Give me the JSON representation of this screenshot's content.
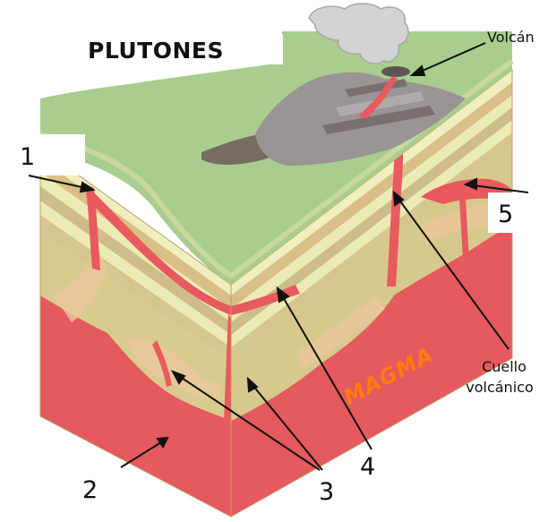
{
  "title": "PLUTONES",
  "labels": {
    "volcan": "Volcán",
    "cuello_line1": "Cuello",
    "cuello_line2": "volcánico",
    "magma": "MAGMA",
    "n1": "1",
    "n2": "2",
    "n3": "3",
    "n4": "4",
    "n5": "5"
  },
  "colors": {
    "surface": "#a9cd8e",
    "magma": "#e85a5e",
    "layer_light": "#ecebb6",
    "layer_tan": "#ddc48f",
    "rock_background": "#d7c98d",
    "volcano": "#8e8a8a",
    "smoke": "#cfcfcf"
  }
}
